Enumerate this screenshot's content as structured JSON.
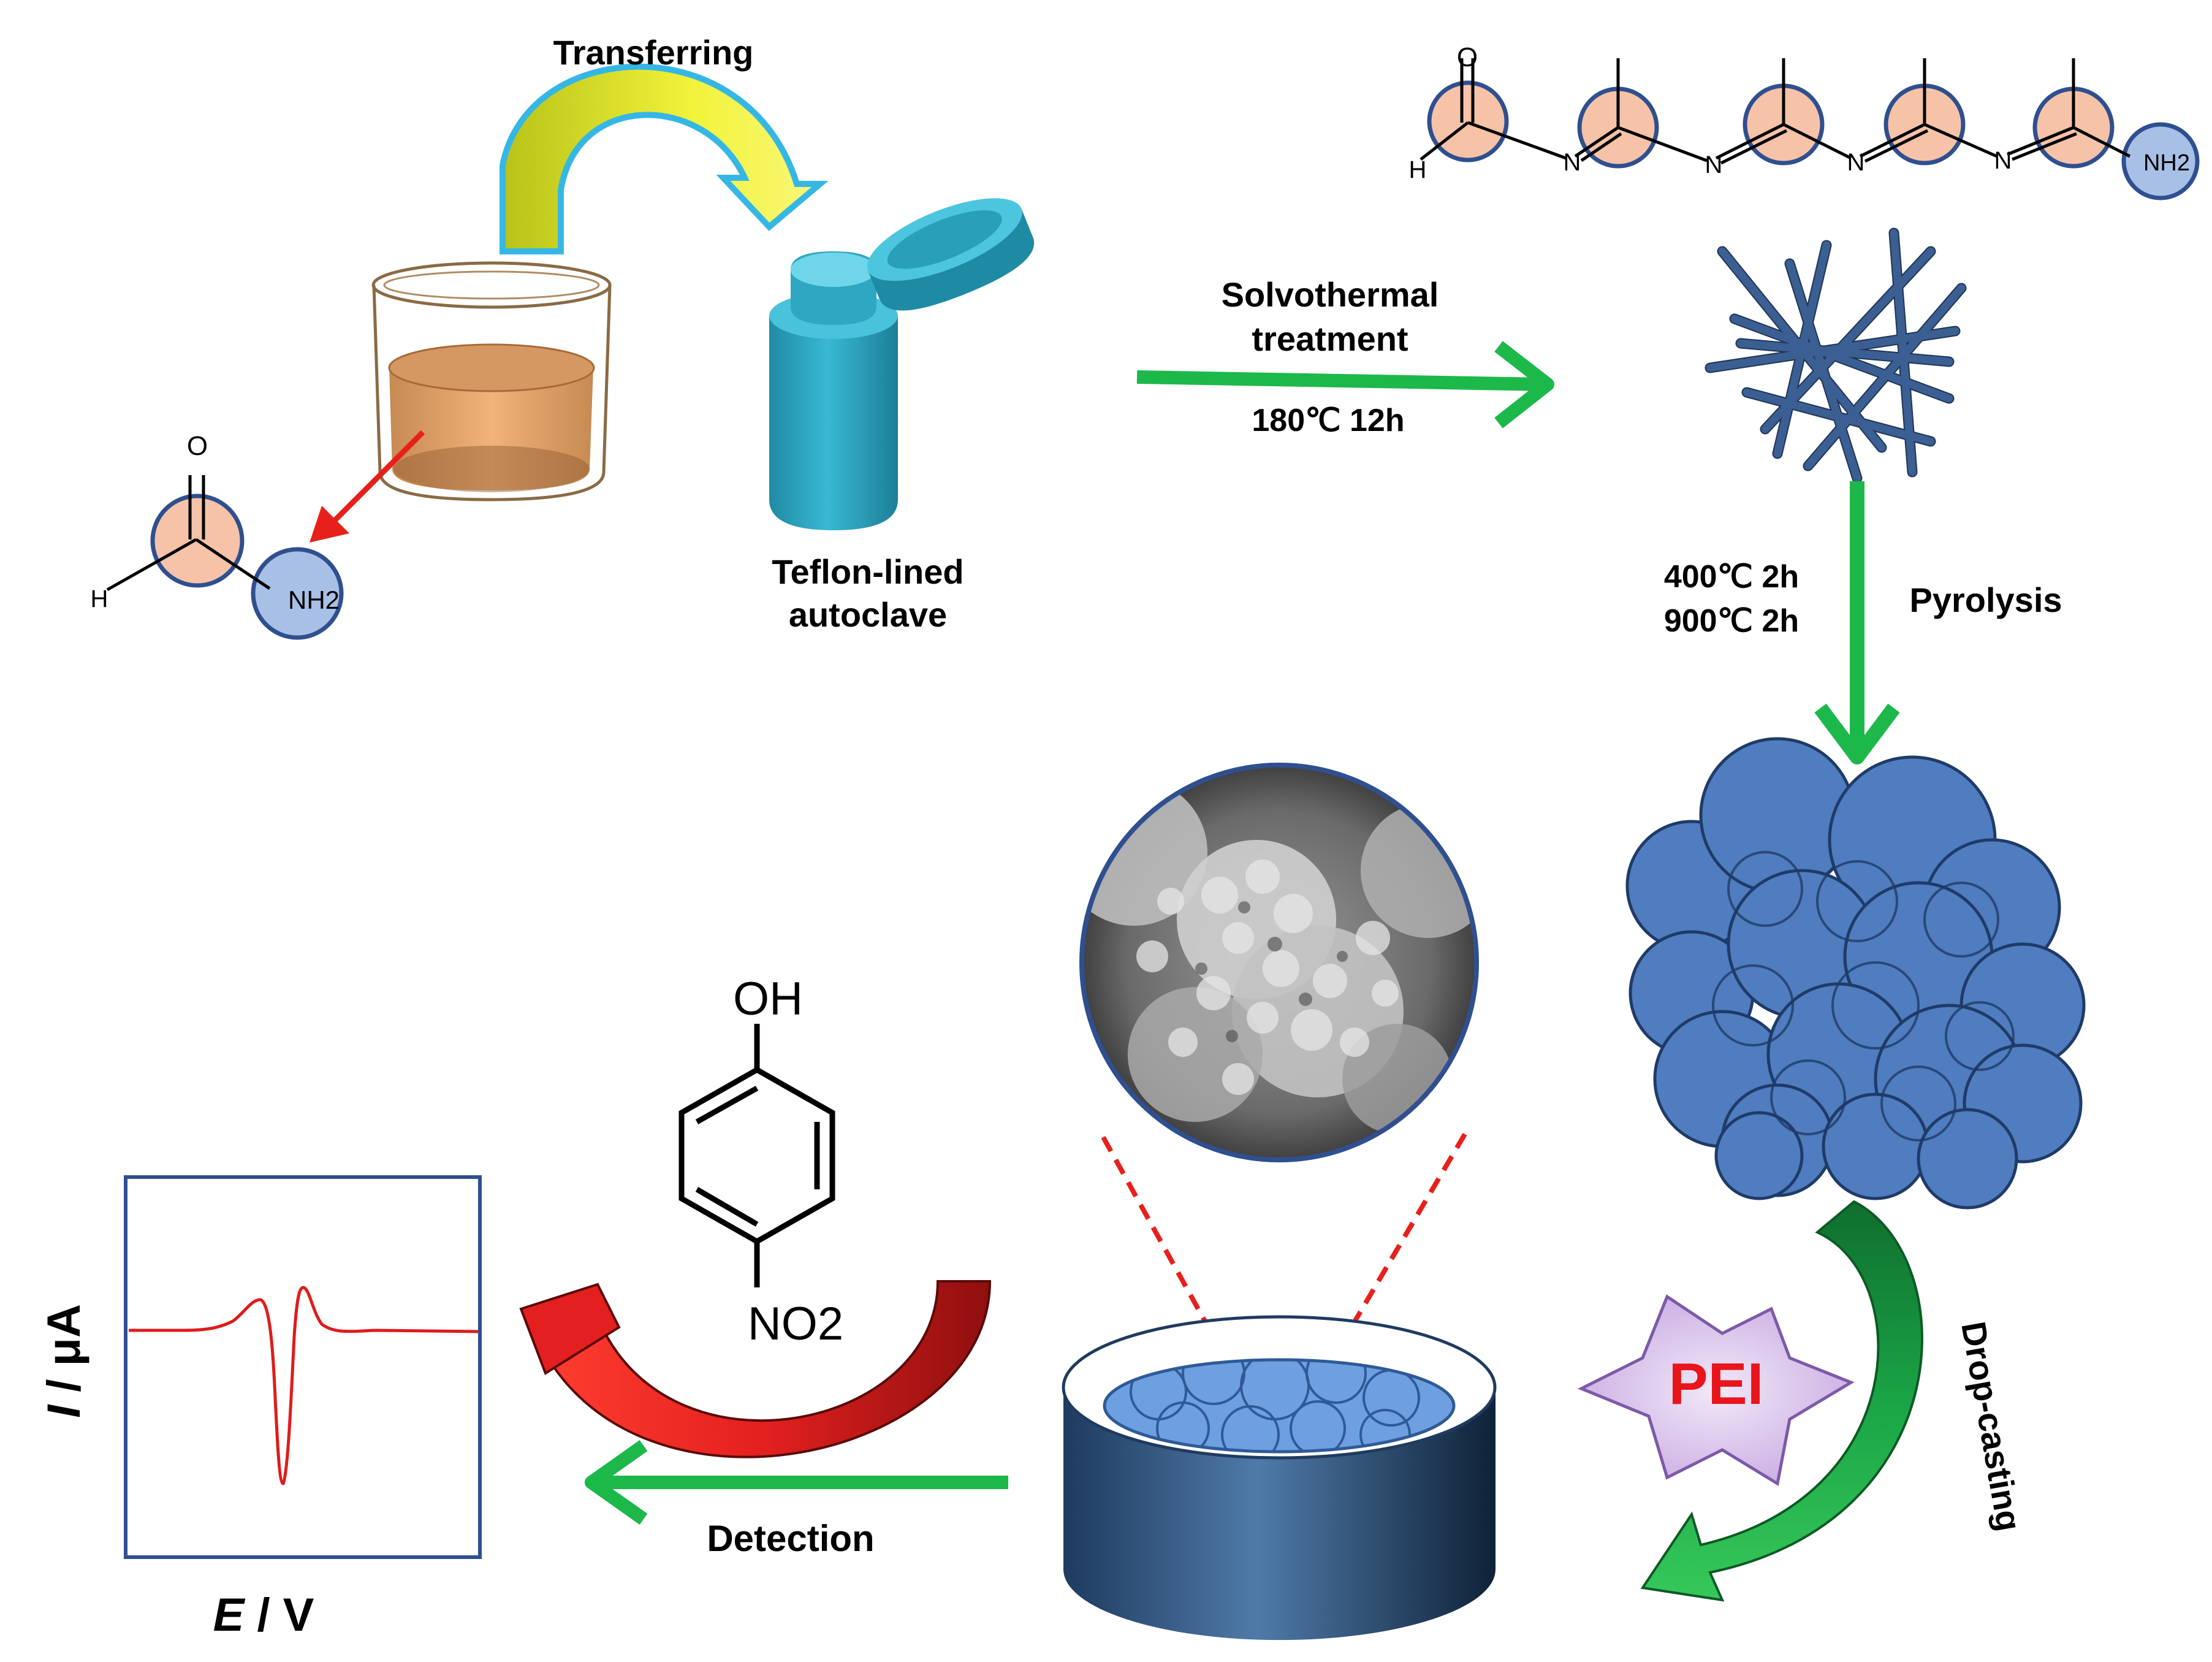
{
  "steps": {
    "transferring": "Transferring",
    "autoclave_line1": "Teflon-lined",
    "autoclave_line2": "autoclave",
    "solvothermal_line1": "Solvothermal",
    "solvothermal_line2": "treatment",
    "solvothermal_condition": "180℃  12h",
    "pyrolysis": "Pyrolysis",
    "pyrolysis_cond1": "400℃  2h",
    "pyrolysis_cond2": "900℃  2h",
    "pei": "PEI",
    "drop_casting": "Drop-casting",
    "detection": "Detection"
  },
  "monomer": {
    "o": "O",
    "h": "H",
    "nh2": "NH2"
  },
  "polymer": {
    "o": "O",
    "h": "H",
    "n": "N",
    "nh2": "NH2"
  },
  "nitrophenol": {
    "oh": "OH",
    "no2": "NO2"
  },
  "voltammogram": {
    "y_label_var": "I",
    "y_label_unit": " / μA",
    "x_label_var": "E",
    "x_label_unit": " / V"
  },
  "colors": {
    "green_arrow": "#1db84a",
    "teal": "#2aa3bd",
    "dark_blue_fiber": "#3b5f93",
    "cloud_blue": "#4f7dbf",
    "pink_ring": "#f6c3a8",
    "blue_ring": "#a8c0e6",
    "red_curve": "#e01b1b",
    "pei_text": "#e8151b"
  }
}
